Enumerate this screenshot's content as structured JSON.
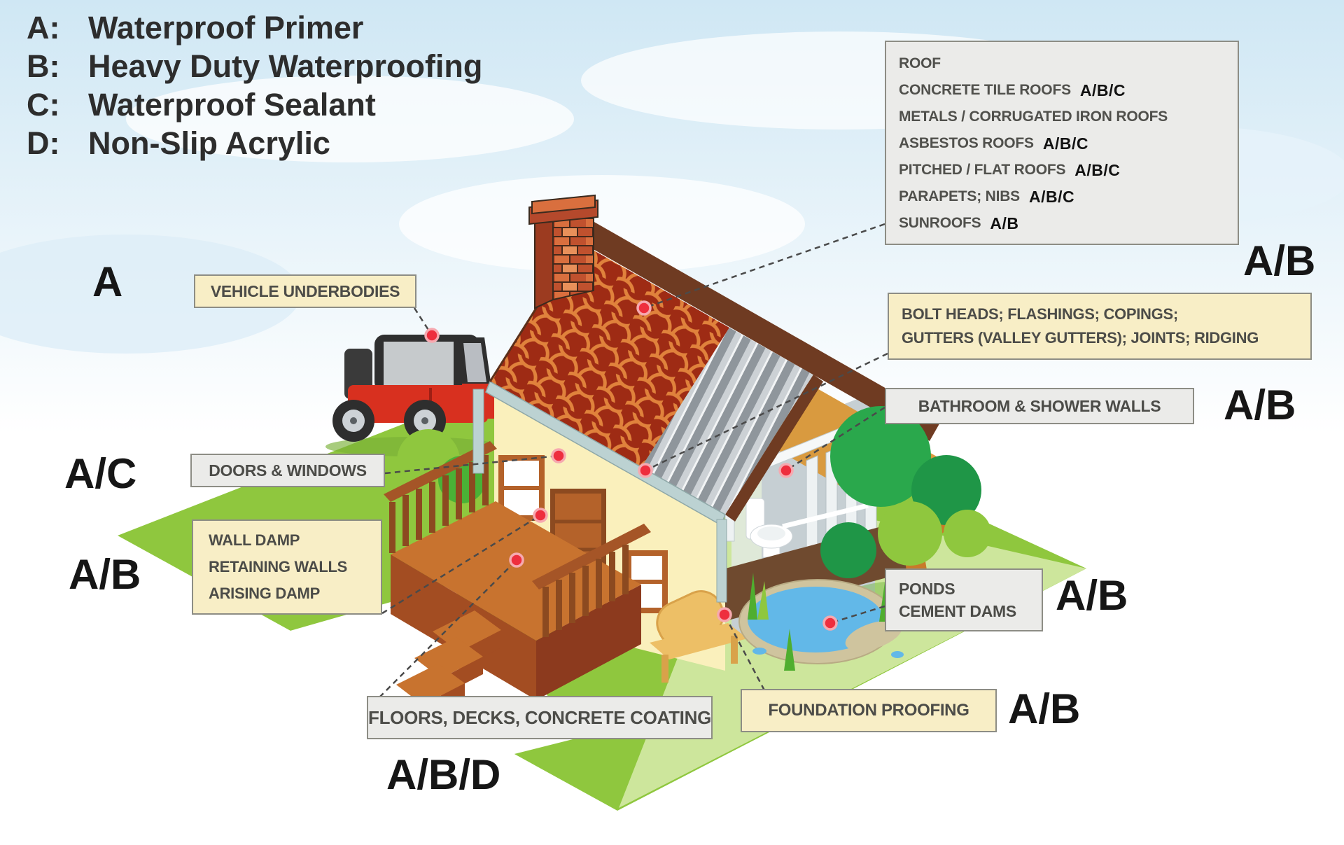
{
  "legend": {
    "items": [
      {
        "key": "A:",
        "label": "Waterproof Primer"
      },
      {
        "key": "B:",
        "label": "Heavy Duty Waterproofing"
      },
      {
        "key": "C:",
        "label": "Waterproof Sealant"
      },
      {
        "key": "D:",
        "label": "Non-Slip Acrylic"
      }
    ]
  },
  "roof_panel": {
    "title": "ROOF",
    "rows": [
      {
        "label": "CONCRETE TILE ROOFS",
        "code": "A/B/C"
      },
      {
        "label": "METALS / CORRUGATED IRON ROOFS",
        "code": ""
      },
      {
        "label": "ASBESTOS ROOFS",
        "code": "A/B/C"
      },
      {
        "label": "PITCHED / FLAT ROOFS",
        "code": "A/B/C"
      },
      {
        "label": "PARAPETS; NIBS",
        "code": "A/B/C"
      },
      {
        "label": "SUNROOFS",
        "code": "A/B"
      }
    ]
  },
  "callouts": {
    "roof_area_code": "A/B",
    "vehicle_underbodies": {
      "label": "VEHICLE UNDERBODIES",
      "code": "A"
    },
    "doors_windows": {
      "label": "DOORS & WINDOWS",
      "code": "A/C"
    },
    "wall_damp": {
      "lines": [
        "WALL DAMP",
        "RETAINING WALLS",
        "ARISING DAMP"
      ],
      "code": "A/B"
    },
    "floors_decks": {
      "label": "FLOORS, DECKS, CONCRETE COATING",
      "code": "A/B/D"
    },
    "foundation": {
      "label": "FOUNDATION PROOFING",
      "code": "A/B"
    },
    "ponds": {
      "lines": [
        "PONDS",
        "CEMENT DAMS"
      ],
      "code": "A/B"
    },
    "bathroom": {
      "label": "BATHROOM & SHOWER WALLS",
      "code": "A/B"
    },
    "bolt_heads": {
      "lines": [
        "BOLT HEADS; FLASHINGS; COPINGS;",
        "GUTTERS (VALLEY GUTTERS); JOINTS; RIDGING"
      ],
      "code": "A/B"
    }
  },
  "colors": {
    "box_gray": "#ebebe9",
    "box_cream": "#f8eec6",
    "box_border": "#8d8d85",
    "label_text": "#4c4c48",
    "big_letter": "#161616",
    "leader_line": "#4a4a4a",
    "callout_dot": "#ee2e3e",
    "grass": "#8fc73e",
    "grass_light": "#cde69c",
    "roof_red": "#9e2b14",
    "roof_scallop": "#e0823c",
    "ridge_brown": "#6f3b22",
    "corrugated": "#8f969c",
    "wall_yellow": "#faf0bc",
    "pond_blue": "#62b8e8",
    "jeep_red": "#d8301f"
  }
}
